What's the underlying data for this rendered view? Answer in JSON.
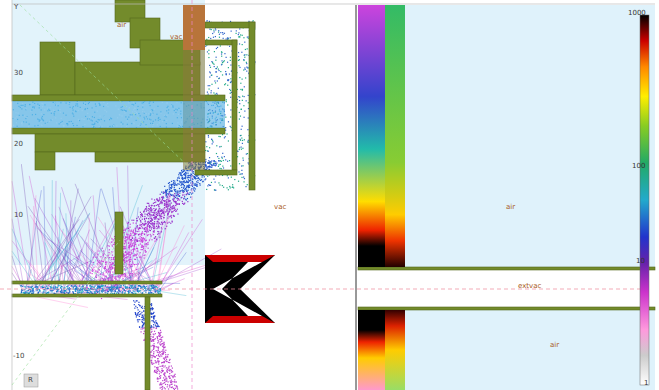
{
  "diagram": {
    "labels": [
      "Y",
      "air",
      "vac",
      "30",
      "20",
      "10",
      "vac",
      "air",
      "extvac",
      "-10",
      "air",
      "R",
      "1000",
      "100",
      "10",
      "1"
    ]
  }
}
